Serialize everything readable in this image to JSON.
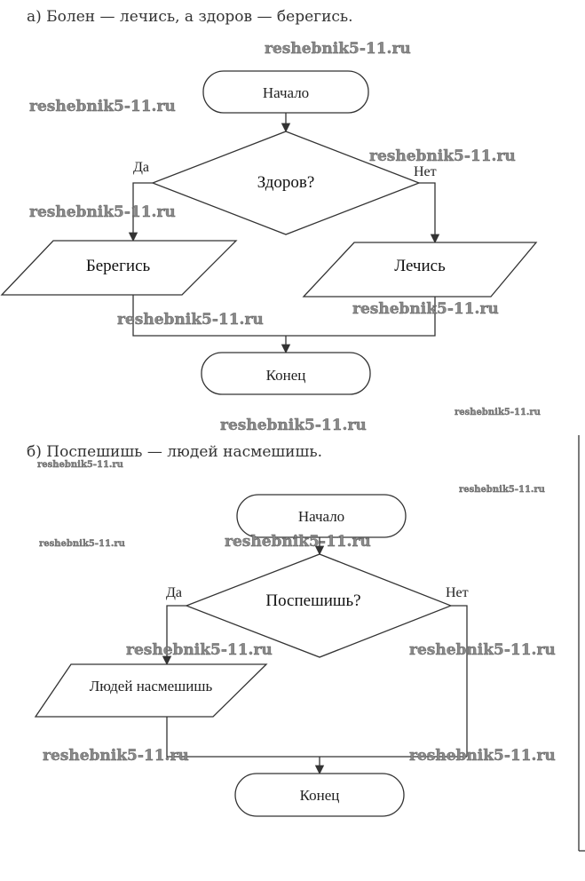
{
  "part_a": {
    "heading": "а) Болен — лечись, а здоров — берегись.",
    "start": "Начало",
    "condition": "Здоров?",
    "yes_label": "Да",
    "no_label": "Нет",
    "yes_action": "Берегись",
    "no_action": "Лечись",
    "end": "Конец"
  },
  "part_b": {
    "heading": "б) Поспешишь — людей насмешишь.",
    "start": "Начало",
    "condition": "Поспешишь?",
    "yes_label": "Да",
    "no_label": "Нет",
    "yes_action": "Людей насмешишь",
    "end": "Конец"
  },
  "watermark": "reshebnik5-11.ru"
}
